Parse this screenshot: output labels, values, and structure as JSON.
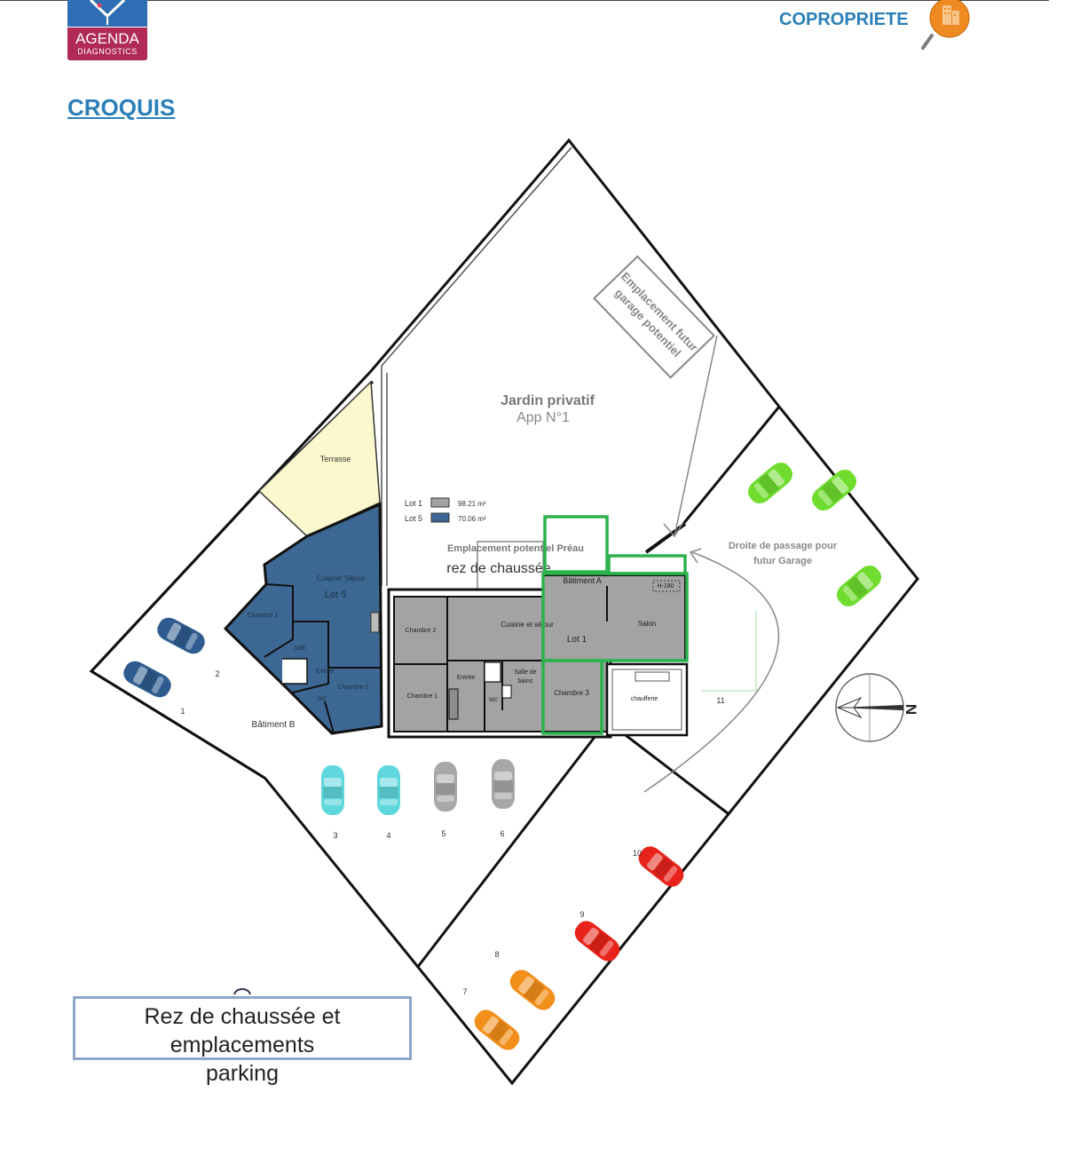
{
  "header": {
    "logo_name": "AGENDA",
    "logo_sub": "DIAGNOSTICS",
    "title": "COPROPRIETE"
  },
  "section_title": "CROQUIS",
  "plan": {
    "garden_title": "Jardin privatif",
    "garden_subtitle": "App N°1",
    "future_garage_line1": "Emplacement futur",
    "future_garage_line2": "garage potentiel",
    "terrace": "Terrasse",
    "legend": [
      {
        "label": "Lot 1",
        "value": "98.21 m²",
        "color": "#a3a3a3"
      },
      {
        "label": "Lot 5",
        "value": "70.06 m²",
        "color": "#3d6893"
      }
    ],
    "preau": "Emplacement potentiel Préau",
    "ground_floor": "rez de chaussée",
    "passage_line1": "Droite de passage pour",
    "passage_line2": "futur Garage",
    "building_a": "Bâtiment A",
    "building_b": "Bâtiment B",
    "lot5_room": "Cuisine/ Séjour",
    "lot5": "Lot 5",
    "lot5_bedroom1": "Chambre 1",
    "lot5_bath": "SdE",
    "lot5_entry": "Entrée",
    "lot5_bedroom2": "Chambre 2",
    "lot5_wc": "WC",
    "lot1_bedroom2": "Chambre 2",
    "lot1_kitchen": "Cuisine et séjour",
    "lot1": "Lot 1",
    "lot1_salon": "Salon",
    "lot1_hatch": "H-180",
    "lot1_bedroom1": "Chambre 1",
    "lot1_entry": "Entrée",
    "lot1_bath1": "Salle de",
    "lot1_bath2": "bains",
    "lot1_bedroom3": "Chambre 3",
    "lot1_wc": "WC",
    "boiler": "chaufferie",
    "compass_letter": "N",
    "parking_numbers": [
      "1",
      "2",
      "3",
      "4",
      "5",
      "6",
      "7",
      "8",
      "9",
      "10",
      "11"
    ],
    "car_colors": {
      "blue": "#2f5c8f",
      "cyan": "#5fd8dd",
      "gray": "#a8a8a8",
      "green": "#6fdc2e",
      "red": "#e8231b",
      "orange": "#f28e1a"
    }
  },
  "caption_line1": "Rez de chaussée et emplacements",
  "caption_line2": "parking"
}
